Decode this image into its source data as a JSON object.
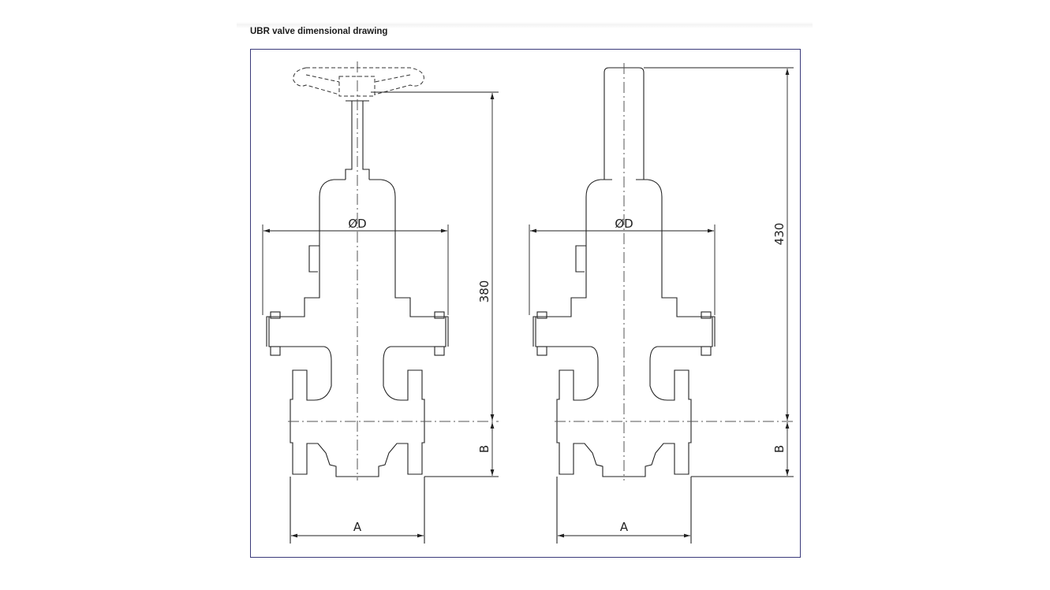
{
  "title": "UBR valve dimensional drawing",
  "colors": {
    "frame": "#3a3a7a",
    "line": "#222222"
  },
  "left_view": {
    "diameter_label": "ØD",
    "height_label": "380",
    "width_label": "A",
    "base_label": "B"
  },
  "right_view": {
    "diameter_label": "ØD",
    "height_label": "430",
    "width_label": "A",
    "base_label": "B"
  }
}
